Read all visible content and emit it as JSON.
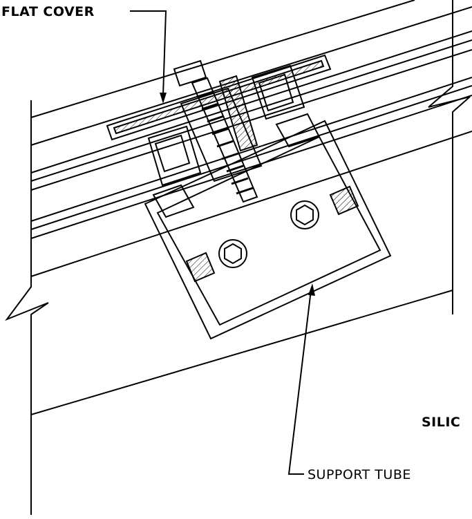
{
  "drawing": {
    "callouts": {
      "flat_cover": "FLAT COVER",
      "support_tube": "SUPPORT TUBE",
      "silicone_cut": "SILIC"
    },
    "line_color": "#000000",
    "background": "#ffffff"
  }
}
